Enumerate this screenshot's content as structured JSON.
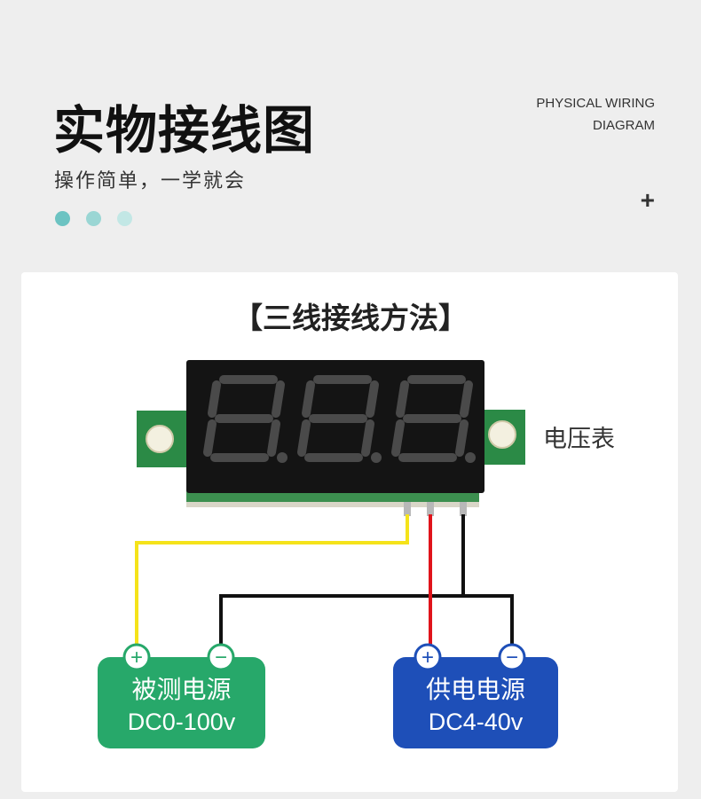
{
  "header": {
    "title": "实物接线图",
    "subtitle": "操作简单，一学就会",
    "english_title_line1": "PHYSICAL WIRING",
    "english_title_line2": "DIAGRAM",
    "plus": "+"
  },
  "dot_colors": [
    "#6cc3c2",
    "#9ad6d4",
    "#c2e7e5"
  ],
  "card": {
    "heading": "【三线接线方法】",
    "meter_label": "电压表",
    "display_digits": "888"
  },
  "sources": {
    "measured": {
      "name": "被测电源",
      "range": "DC0-100v",
      "color": "#27a86a",
      "plus": "+",
      "minus": "−"
    },
    "supply": {
      "name": "供电电源",
      "range": "DC4-40v",
      "color": "#1e4fb8",
      "plus": "+",
      "minus": "−"
    }
  },
  "wire_colors": {
    "signal": "#f5e31a",
    "positive": "#e0141b",
    "ground": "#111111"
  }
}
